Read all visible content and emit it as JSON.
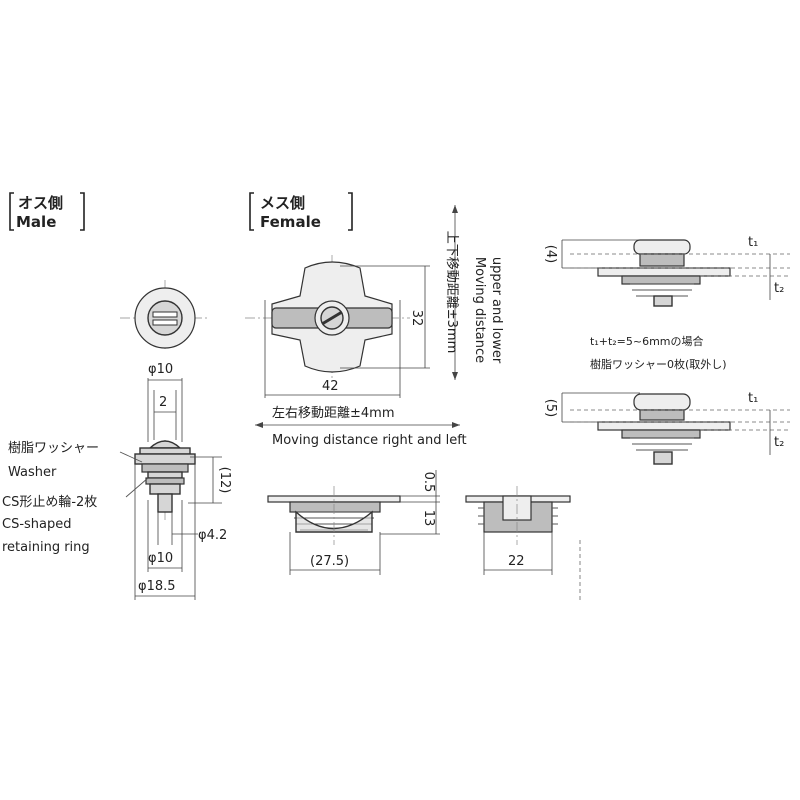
{
  "labels": {
    "male_jp": "オス側",
    "male_en": "Male",
    "female_jp": "メス側",
    "female_en": "Female",
    "resin_washer_jp": "樹脂ワッシャー",
    "washer_en": "Washer",
    "cs_ring_jp": "CS形止め輪-2枚",
    "cs_ring_en1": "CS-shaped",
    "cs_ring_en2": "retaining ring",
    "lr_move_jp": "左右移動距離±4mm",
    "lr_move_en": "Moving distance right and left",
    "ud_move_jp": "上下移動距離±3mm",
    "ud_move_en1": "Moving distance",
    "ud_move_en2": "upper and lower",
    "t_sum": "t₁+t₂=5~6mmの場合",
    "t_note": "樹脂ワッシャー0枚(取外し)"
  },
  "dims": {
    "phi10_top": "φ10",
    "w2": "2",
    "h12": "(12)",
    "phi4_2": "φ4.2",
    "phi10_bottom": "φ10",
    "phi18_5": "φ18.5",
    "w42": "42",
    "h32": "32",
    "h0_5": "0.5",
    "h13": "13",
    "w27_5": "(27.5)",
    "w22": "22",
    "d4": "(4)",
    "d5": "(5)",
    "t1_a": "t₁",
    "t2_a": "t₂",
    "t1_b": "t₁",
    "t2_b": "t₂"
  }
}
